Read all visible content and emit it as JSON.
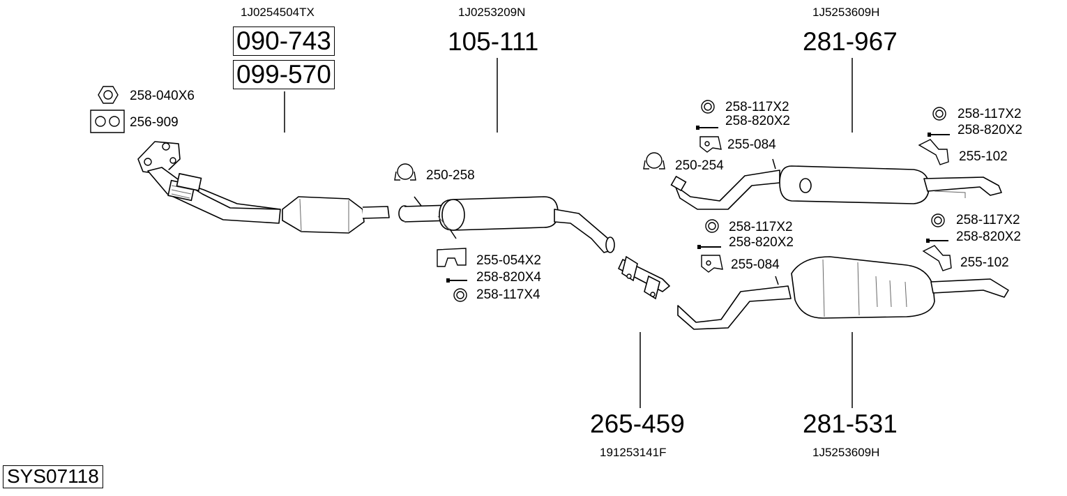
{
  "system_code": "SYS07118",
  "parts": {
    "front_pipe": {
      "oe_number": "1J0254504TX",
      "part_numbers": [
        "090-743",
        "099-570"
      ]
    },
    "middle_silencer": {
      "oe_number": "1J0253209N",
      "part_number": "105-111"
    },
    "connector": {
      "oe_number": "191253141F",
      "part_number": "265-459"
    },
    "rear_silencer_upper": {
      "oe_number": "1J5253609H",
      "part_number": "281-967"
    },
    "rear_silencer_lower": {
      "oe_number": "1J5253609H",
      "part_number": "281-531"
    }
  },
  "accessories": {
    "front": {
      "nut": "258-040X6",
      "gasket": "256-909"
    },
    "middle": {
      "clamp": "250-258",
      "bracket": "255-054X2",
      "bolt": "258-820X4",
      "ring": "258-117X4"
    },
    "upper_left": {
      "ring": "258-117X2",
      "bolt": "258-820X2",
      "bracket": "255-084",
      "clamp": "250-254"
    },
    "upper_right": {
      "ring": "258-117X2",
      "bolt": "258-820X2",
      "bracket": "255-102"
    },
    "lower_left": {
      "ring": "258-117X2",
      "bolt": "258-820X2",
      "bracket": "255-084"
    },
    "lower_right": {
      "ring": "258-117X2",
      "bolt": "258-820X2",
      "bracket": "255-102"
    }
  },
  "icons": [
    "hex-nut-icon",
    "gasket-icon",
    "clamp-icon",
    "rubber-hanger-icon",
    "bolt-icon",
    "rubber-ring-icon",
    "bracket-icon"
  ]
}
